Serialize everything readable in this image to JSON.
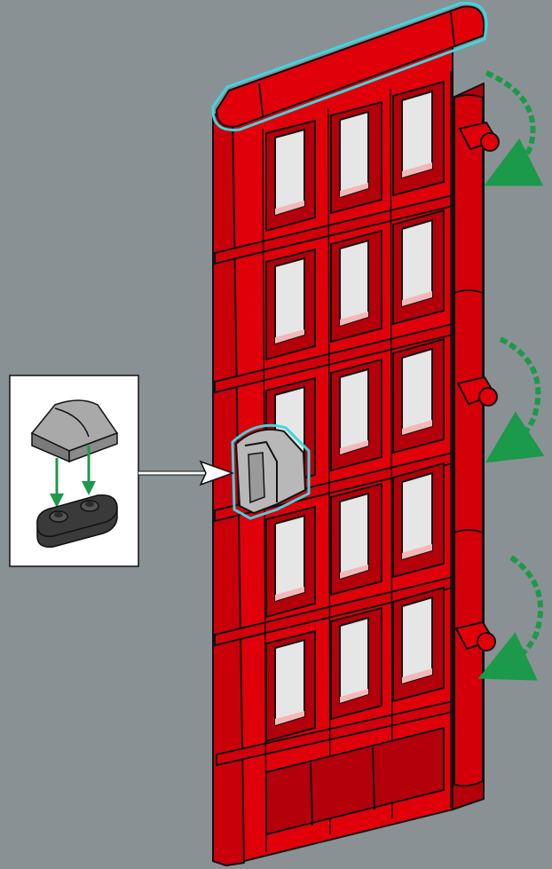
{
  "scene": {
    "background_color": "#8a9195",
    "facade_color": "#e0000a",
    "facade_shadow_color": "#b3000a",
    "outline_color": "#111111",
    "highlight_color": "#3fd6e0",
    "arrow_color": "#1a9a4a",
    "window_glass_color": "#e6e6e6",
    "rows": 5,
    "columns": 3,
    "hinge_count": 3
  },
  "callout": {
    "parts": [
      {
        "icon": "tile-1x2-curved-gray-icon",
        "color": "#9a9a9a"
      },
      {
        "icon": "plate-1x2-dark-gray-icon",
        "color": "#3a3a3a"
      }
    ],
    "direction": "down"
  }
}
